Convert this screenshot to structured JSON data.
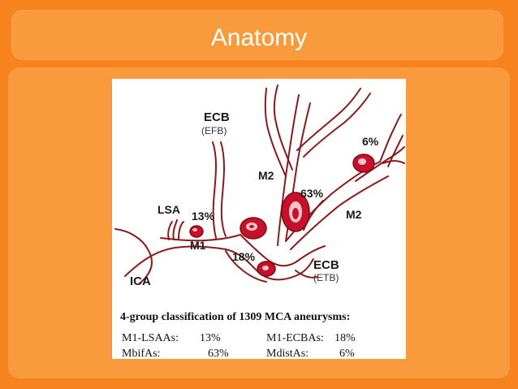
{
  "slide": {
    "title": "Anatomy"
  },
  "diagram": {
    "labels": {
      "ecb_top": "ECB",
      "efb": "(EFB)",
      "m2_upper": "M2",
      "pct_63": "63%",
      "pct_6": "6%",
      "lsa": "LSA",
      "pct_13": "13%",
      "m2_right": "M2",
      "m1": "M1",
      "pct_18": "18%",
      "ecb_bottom": "ECB",
      "etb": "(ETB)",
      "ica": "ICA"
    },
    "caption": {
      "heading": "4-group classification of 1309 MCA aneurysms:",
      "row1_left_name": "M1-LSAAs:",
      "row1_left_value": "13%",
      "row1_right_name": "M1-ECBAs:",
      "row1_right_value": "18%",
      "row2_left_name": "MbifAs:",
      "row2_left_value": "63%",
      "row2_right_name": "MdistAs:",
      "row2_right_value": "6%"
    },
    "colors": {
      "vessel": "#8b1a1a",
      "aneurysm_fill": "#c8102e",
      "aneurysm_highlight": "#f3c6c6"
    }
  }
}
